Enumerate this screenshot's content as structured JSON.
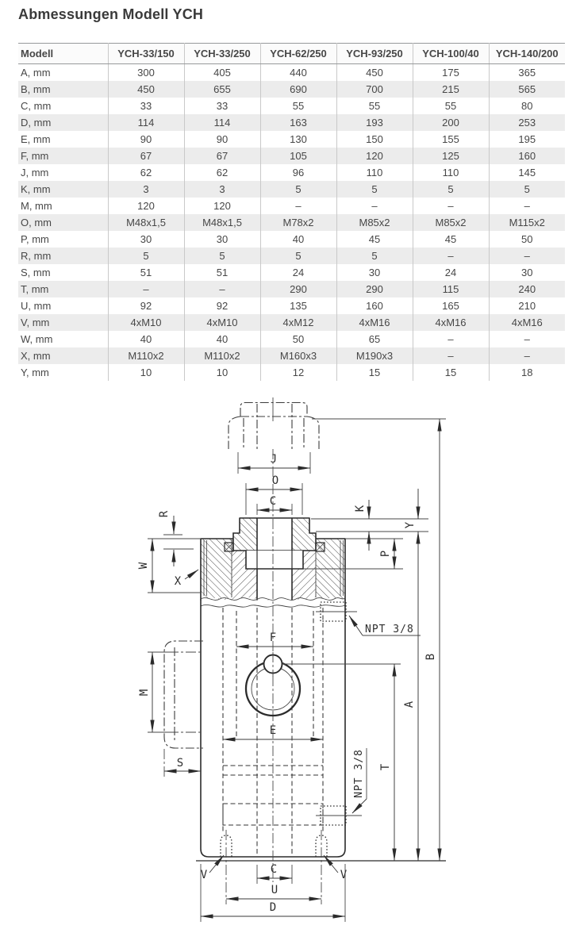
{
  "page": {
    "title": "Abmessungen Modell YCH"
  },
  "table": {
    "columns": [
      "Modell",
      "YCH-33/150",
      "YCH-33/250",
      "YCH-62/250",
      "YCH-93/250",
      "YCH-100/40",
      "YCH-140/200"
    ],
    "rows": [
      [
        "A, mm",
        "300",
        "405",
        "440",
        "450",
        "175",
        "365"
      ],
      [
        "B, mm",
        "450",
        "655",
        "690",
        "700",
        "215",
        "565"
      ],
      [
        "C, mm",
        "33",
        "33",
        "55",
        "55",
        "55",
        "80"
      ],
      [
        "D, mm",
        "114",
        "114",
        "163",
        "193",
        "200",
        "253"
      ],
      [
        "E, mm",
        "90",
        "90",
        "130",
        "150",
        "155",
        "195"
      ],
      [
        "F, mm",
        "67",
        "67",
        "105",
        "120",
        "125",
        "160"
      ],
      [
        "J, mm",
        "62",
        "62",
        "96",
        "110",
        "110",
        "145"
      ],
      [
        "K, mm",
        "3",
        "3",
        "5",
        "5",
        "5",
        "5"
      ],
      [
        "M, mm",
        "120",
        "120",
        "–",
        "–",
        "–",
        "–"
      ],
      [
        "O, mm",
        "M48x1,5",
        "M48x1,5",
        "M78x2",
        "M85x2",
        "M85x2",
        "M115x2"
      ],
      [
        "P, mm",
        "30",
        "30",
        "40",
        "45",
        "45",
        "50"
      ],
      [
        "R, mm",
        "5",
        "5",
        "5",
        "5",
        "–",
        "–"
      ],
      [
        "S, mm",
        "51",
        "51",
        "24",
        "30",
        "24",
        "30"
      ],
      [
        "T, mm",
        "–",
        "–",
        "290",
        "290",
        "115",
        "240"
      ],
      [
        "U, mm",
        "92",
        "92",
        "135",
        "160",
        "165",
        "210"
      ],
      [
        "V, mm",
        "4xM10",
        "4xM10",
        "4xM12",
        "4xM16",
        "4xM16",
        "4xM16"
      ],
      [
        "W, mm",
        "40",
        "40",
        "50",
        "65",
        "–",
        "–"
      ],
      [
        "X, mm",
        "M110x2",
        "M110x2",
        "M160x3",
        "M190x3",
        "–",
        "–"
      ],
      [
        "Y, mm",
        "10",
        "10",
        "12",
        "15",
        "15",
        "18"
      ]
    ]
  },
  "drawing": {
    "labels": {
      "J": "J",
      "O": "O",
      "C_top": "C",
      "K": "K",
      "Y": "Y",
      "P": "P",
      "R": "R",
      "W": "W",
      "X": "X",
      "M": "M",
      "S": "S",
      "F": "F",
      "E": "E",
      "T": "T",
      "A": "A",
      "B": "B",
      "V_left": "V",
      "V_right": "V",
      "C_bottom": "C",
      "U": "U",
      "D": "D",
      "npt_top": "NPT 3/8",
      "npt_bottom": "NPT 3/8"
    }
  }
}
